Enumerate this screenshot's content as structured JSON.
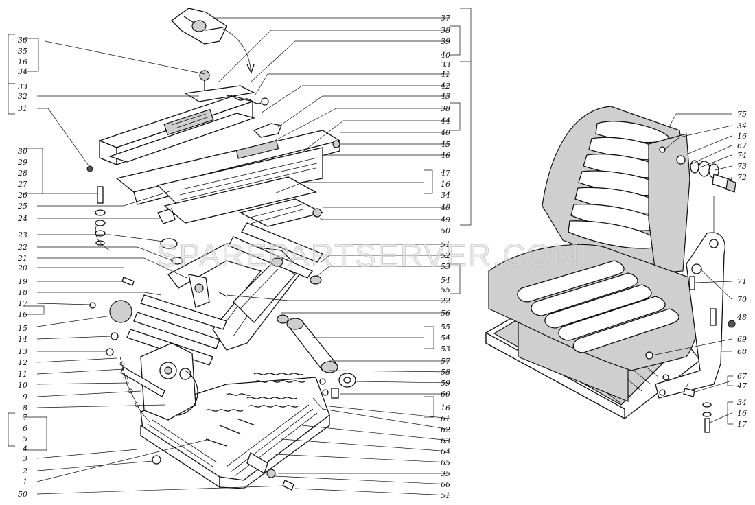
{
  "watermark": "SPAREPART",
  "watermark_suffix": "SERVER.COM",
  "left_labels": [
    "36",
    "35",
    "16",
    "34",
    "33",
    "32",
    "31",
    "30",
    "29",
    "28",
    "27",
    "26",
    "25",
    "24",
    "23",
    "22",
    "21",
    "20",
    "19",
    "18",
    "17",
    "16",
    "15",
    "14",
    "13",
    "12",
    "11",
    "10",
    "9",
    "8",
    "7",
    "6",
    "5",
    "4",
    "3",
    "2",
    "1",
    "50"
  ],
  "middle_labels": [
    "37",
    "38",
    "39",
    "40",
    "33",
    "41",
    "42",
    "43",
    "38",
    "44",
    "40",
    "45",
    "46",
    "47",
    "16",
    "34",
    "48",
    "49",
    "50",
    "51",
    "52",
    "53",
    "54",
    "55",
    "22",
    "56",
    "55",
    "54",
    "53",
    "57",
    "58",
    "59",
    "60",
    "16",
    "61",
    "62",
    "63",
    "64",
    "65",
    "35",
    "66",
    "51"
  ],
  "right_labels": [
    "75",
    "34",
    "16",
    "67",
    "74",
    "73",
    "72",
    "71",
    "70",
    "48",
    "69",
    "68",
    "67",
    "47",
    "34",
    "16",
    "17"
  ]
}
